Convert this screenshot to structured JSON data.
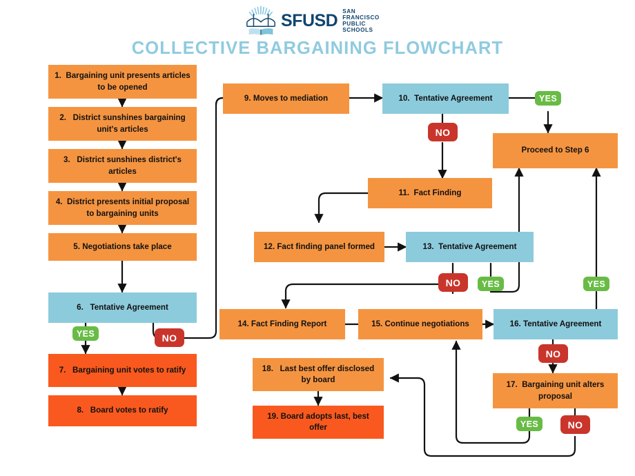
{
  "header": {
    "logo_icon": "sfusd-bridge-sunrise-logo",
    "logo_word": "SFUSD",
    "logo_sub_line1": "SAN FRANCISCO",
    "logo_sub_line2": "PUBLIC SCHOOLS",
    "title": "COLLECTIVE BARGAINING FLOWCHART"
  },
  "colors": {
    "orange": "#F59440",
    "deep_orange": "#F9591E",
    "blue": "#8CCBDC",
    "yes_green": "#68BC45",
    "no_red": "#C9352B",
    "title_blue": "#8FCBDF",
    "logo_navy": "#11456E",
    "connector": "#111111",
    "background": "#FFFFFF"
  },
  "nodes": [
    {
      "id": "n1",
      "num": "1.",
      "text": "Bargaining unit presents articles to be opened",
      "color": "orange"
    },
    {
      "id": "n2",
      "num": "2.",
      "text": "District sunshines bargaining unit's articles",
      "color": "orange"
    },
    {
      "id": "n3",
      "num": "3.",
      "text": "District sunshines district's articles",
      "color": "orange"
    },
    {
      "id": "n4",
      "num": "4.",
      "text": "District presents initial proposal to bargaining units",
      "color": "orange"
    },
    {
      "id": "n5",
      "num": "5.",
      "text": "Negotiations take place",
      "color": "orange"
    },
    {
      "id": "n6",
      "num": "6.",
      "text": "Tentative Agreement",
      "color": "blue"
    },
    {
      "id": "n7",
      "num": "7.",
      "text": "Bargaining unit votes to ratify",
      "color": "deep"
    },
    {
      "id": "n8",
      "num": "8.",
      "text": "Board votes to ratify",
      "color": "deep"
    },
    {
      "id": "n9",
      "num": "9.",
      "text": "Moves to mediation",
      "color": "orange"
    },
    {
      "id": "n10",
      "num": "10.",
      "text": "Tentative Agreement",
      "color": "blue"
    },
    {
      "id": "n11",
      "num": "11.",
      "text": "Fact Finding",
      "color": "orange"
    },
    {
      "id": "n12",
      "num": "12.",
      "text": "Fact finding panel formed",
      "color": "orange"
    },
    {
      "id": "n13",
      "num": "13.",
      "text": "Tentative Agreement",
      "color": "blue"
    },
    {
      "id": "n14",
      "num": "14.",
      "text": "Fact Finding Report",
      "color": "orange"
    },
    {
      "id": "n15",
      "num": "15.",
      "text": "Continue negotiations",
      "color": "orange"
    },
    {
      "id": "n16",
      "num": "16.",
      "text": "Tentative Agreement",
      "color": "blue"
    },
    {
      "id": "n17",
      "num": "17.",
      "text": "Bargaining unit alters proposal",
      "color": "orange"
    },
    {
      "id": "n18",
      "num": "18.",
      "text": "Last best offer disclosed by board",
      "color": "orange"
    },
    {
      "id": "n19",
      "num": "19.",
      "text": "Board adopts last, best offer",
      "color": "deep"
    },
    {
      "id": "nstep6",
      "num": "",
      "text": "Proceed to Step 6",
      "color": "orange"
    }
  ],
  "badges": [
    {
      "id": "b6yes",
      "label": "YES",
      "kind": "yes",
      "from": "6"
    },
    {
      "id": "b6no",
      "label": "NO",
      "kind": "no",
      "from": "6"
    },
    {
      "id": "b10yes",
      "label": "YES",
      "kind": "yes",
      "from": "10"
    },
    {
      "id": "b10no",
      "label": "NO",
      "kind": "no",
      "from": "10"
    },
    {
      "id": "b13no",
      "label": "NO",
      "kind": "no",
      "from": "13"
    },
    {
      "id": "b13yes",
      "label": "YES",
      "kind": "yes",
      "from": "13"
    },
    {
      "id": "b16yes",
      "label": "YES",
      "kind": "yes",
      "from": "16"
    },
    {
      "id": "b16no",
      "label": "NO",
      "kind": "no",
      "from": "16"
    },
    {
      "id": "b17yes",
      "label": "YES",
      "kind": "yes",
      "from": "17"
    },
    {
      "id": "b17no",
      "label": "NO",
      "kind": "no",
      "from": "17"
    }
  ]
}
